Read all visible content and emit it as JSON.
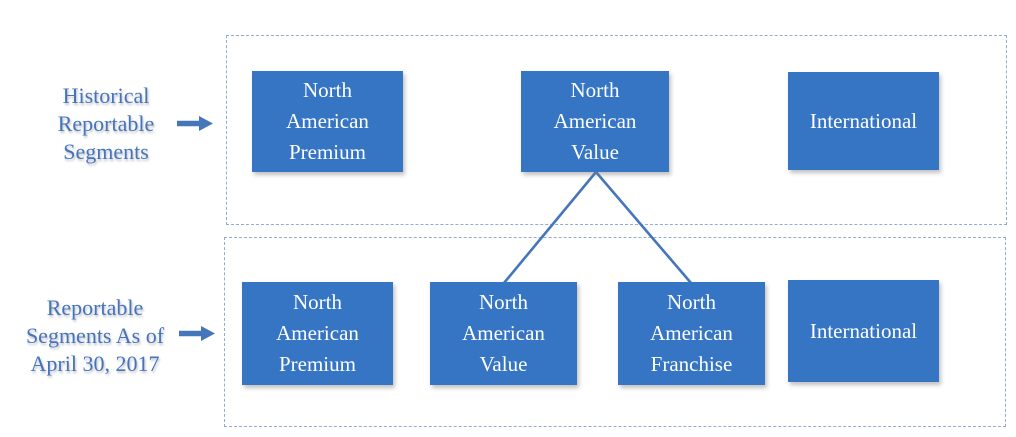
{
  "colors": {
    "box_fill": "#3575C4",
    "box_text": "#FFFFFF",
    "label_text": "#4473C0",
    "container_border": "#93ACCF",
    "connector": "#4576BB",
    "arrow": "#4576BB"
  },
  "left_labels": {
    "historical": "Historical\nReportable\nSegments",
    "current": "Reportable\nSegments As of\nApril 30, 2017"
  },
  "historical_segments": {
    "boxes": [
      {
        "label": "North\nAmerican\nPremium"
      },
      {
        "label": "North\nAmerican\nValue"
      },
      {
        "label": "International"
      }
    ]
  },
  "current_segments": {
    "boxes": [
      {
        "label": "North\nAmerican\nPremium"
      },
      {
        "label": "North\nAmerican\nValue"
      },
      {
        "label": "North\nAmerican\nFranchise"
      },
      {
        "label": "International"
      }
    ]
  }
}
